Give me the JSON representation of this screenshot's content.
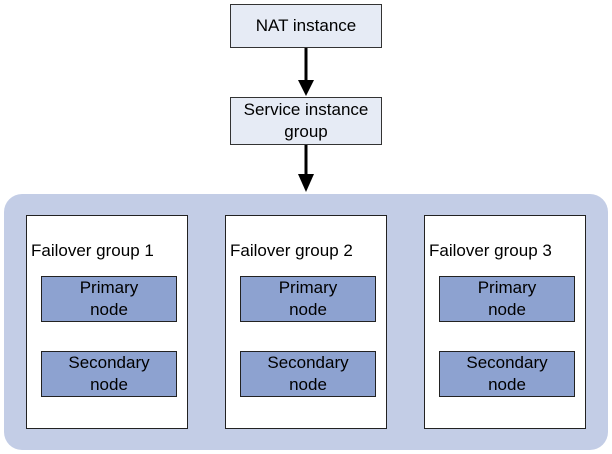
{
  "nat_instance": "NAT instance",
  "service_group": {
    "line1": "Service instance",
    "line2": "group"
  },
  "failover_groups": [
    {
      "title": "Failover group 1",
      "primary": [
        "Primary",
        "node"
      ],
      "secondary": [
        "Secondary",
        "node"
      ]
    },
    {
      "title": "Failover group 2",
      "primary": [
        "Primary",
        "node"
      ],
      "secondary": [
        "Secondary",
        "node"
      ]
    },
    {
      "title": "Failover group 3",
      "primary": [
        "Primary",
        "node"
      ],
      "secondary": [
        "Secondary",
        "node"
      ]
    }
  ],
  "colors": {
    "light_box": "#e6ebf5",
    "band": "#c3cde6",
    "node": "#8da2d0"
  }
}
